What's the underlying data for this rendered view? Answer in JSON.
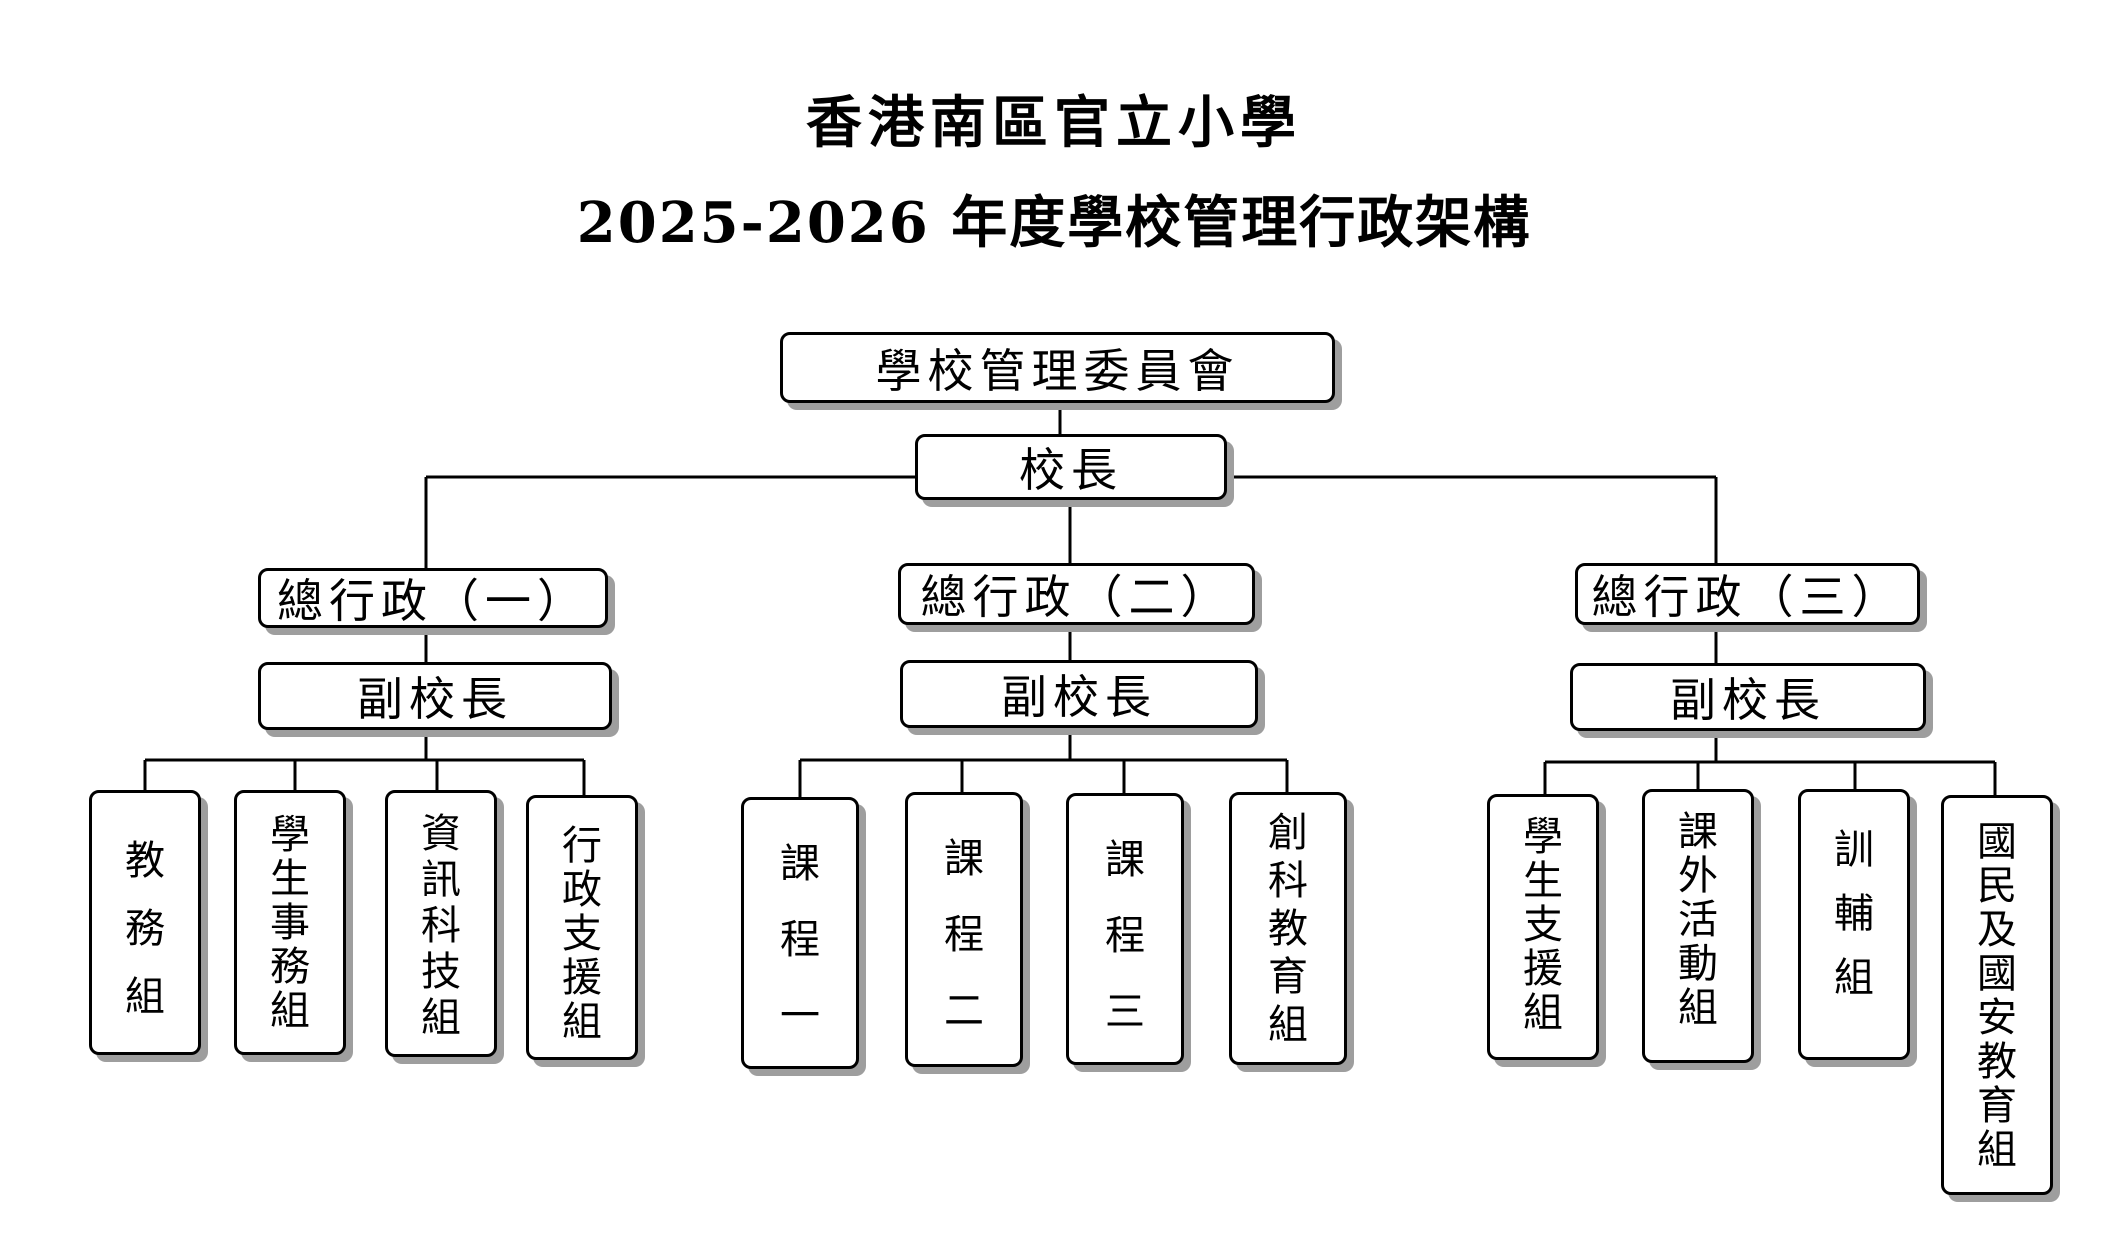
{
  "title_line1": "香港南區官立小學",
  "title_line2": "2025-2026 年度學校管理行政架構",
  "top": "學校管理委員會",
  "principal": "校長",
  "branches": [
    {
      "head": "總行政（一）",
      "vp": "副校長",
      "units": [
        "教務組",
        "學生事務組",
        "資訊科技組",
        "行政支援組"
      ]
    },
    {
      "head": "總行政（二）",
      "vp": "副校長",
      "units": [
        "課程一",
        "課程二",
        "課程三",
        "創科教育組"
      ]
    },
    {
      "head": "總行政（三）",
      "vp": "副校長",
      "units": [
        "學生支援組",
        "課外活動組",
        "訓輔組",
        "國民及國安教育組"
      ]
    }
  ]
}
